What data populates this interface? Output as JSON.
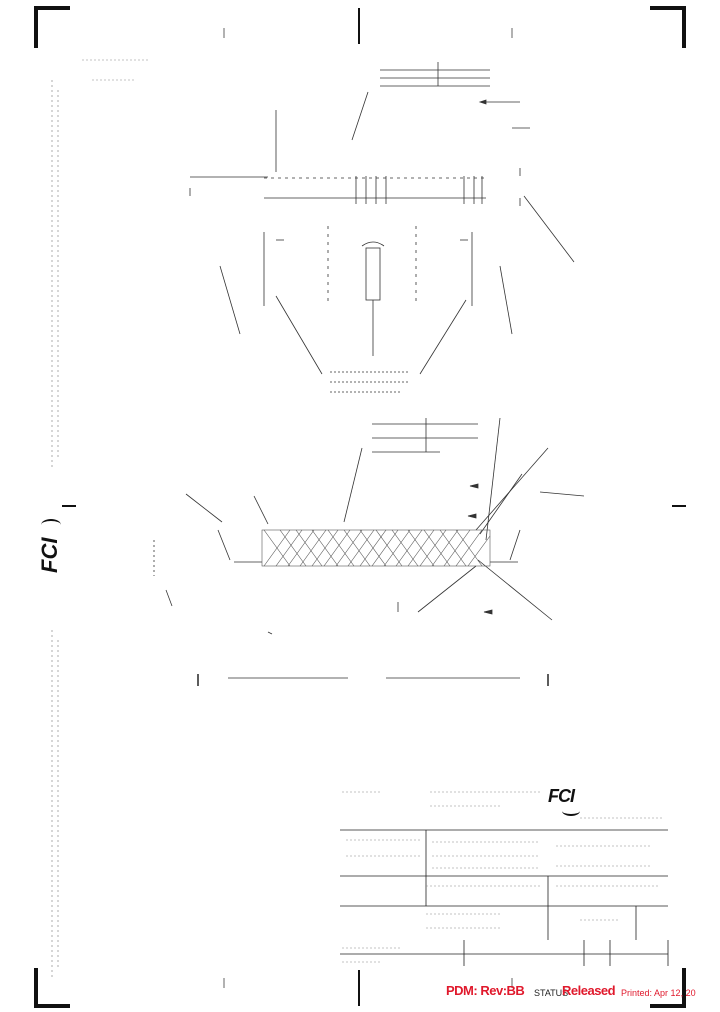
{
  "title_block": {
    "logo_text": "FCI",
    "pdm_label": "PDM:",
    "rev_label": "Rev:",
    "rev_value": "BB",
    "status_label": "STATUS",
    "status_value": "Released",
    "printed_label": "Printed:",
    "printed_value": "Apr 12, 20"
  },
  "side_logo": {
    "text": "FCI"
  },
  "colors": {
    "status_red": "#e0192c",
    "line": "#111111",
    "faint": "#777777"
  }
}
